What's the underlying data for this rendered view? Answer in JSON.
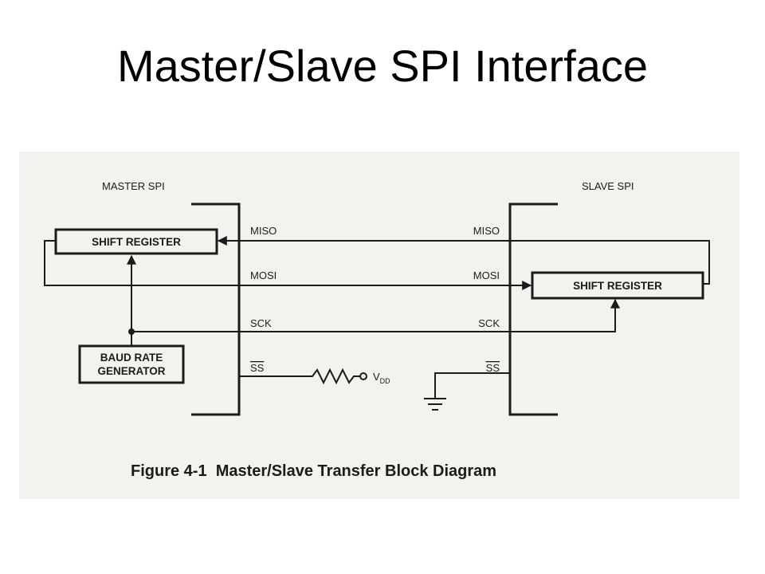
{
  "slide": {
    "title": "Master/Slave SPI Interface"
  },
  "diagram": {
    "master_label": "MASTER SPI",
    "slave_label": "SLAVE SPI",
    "master_shift_register": "SHIFT REGISTER",
    "slave_shift_register": "SHIFT REGISTER",
    "baud_line1": "BAUD RATE",
    "baud_line2": "GENERATOR",
    "signals": {
      "master_miso": "MISO",
      "master_mosi": "MOSI",
      "master_sck": "SCK",
      "master_ss": "SS",
      "slave_miso": "MISO",
      "slave_mosi": "MOSI",
      "slave_sck": "SCK",
      "slave_ss": "SS"
    },
    "vdd_main": "V",
    "vdd_sub": "DD",
    "caption": "Figure 4-1  Master/Slave Transfer Block Diagram"
  }
}
